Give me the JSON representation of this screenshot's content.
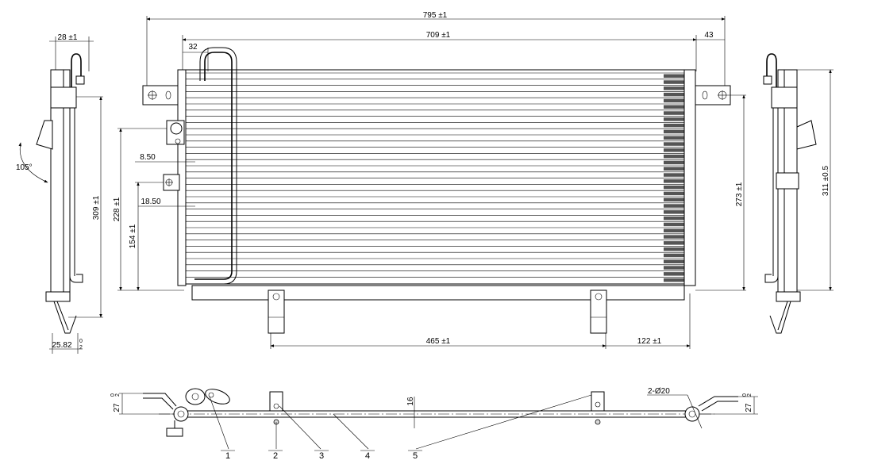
{
  "dimensions": {
    "overall_width": "795 ±1",
    "core_width": "709 ±1",
    "left_offset": "32",
    "right_offset": "43",
    "left_pipe_a": "8.50",
    "left_pipe_b": "18.50",
    "height_228": "228 ±1",
    "height_154": "154 ±1",
    "height_273": "273 ±1",
    "bracket_spacing": "465 ±1",
    "bracket_right": "122 ±1",
    "side_width": "28 ±1",
    "side_angle": "105°",
    "side_height": "309 ±1",
    "side_base": "25.82",
    "right_side_height": "311 ±0.5",
    "bottom_left": "27",
    "bottom_right": "27",
    "hole_spec": "2-Ø20",
    "bottom_mid": "16",
    "tol_top": "0",
    "tol_bottom": "2"
  },
  "callouts": [
    "1",
    "2",
    "3",
    "4",
    "5"
  ]
}
